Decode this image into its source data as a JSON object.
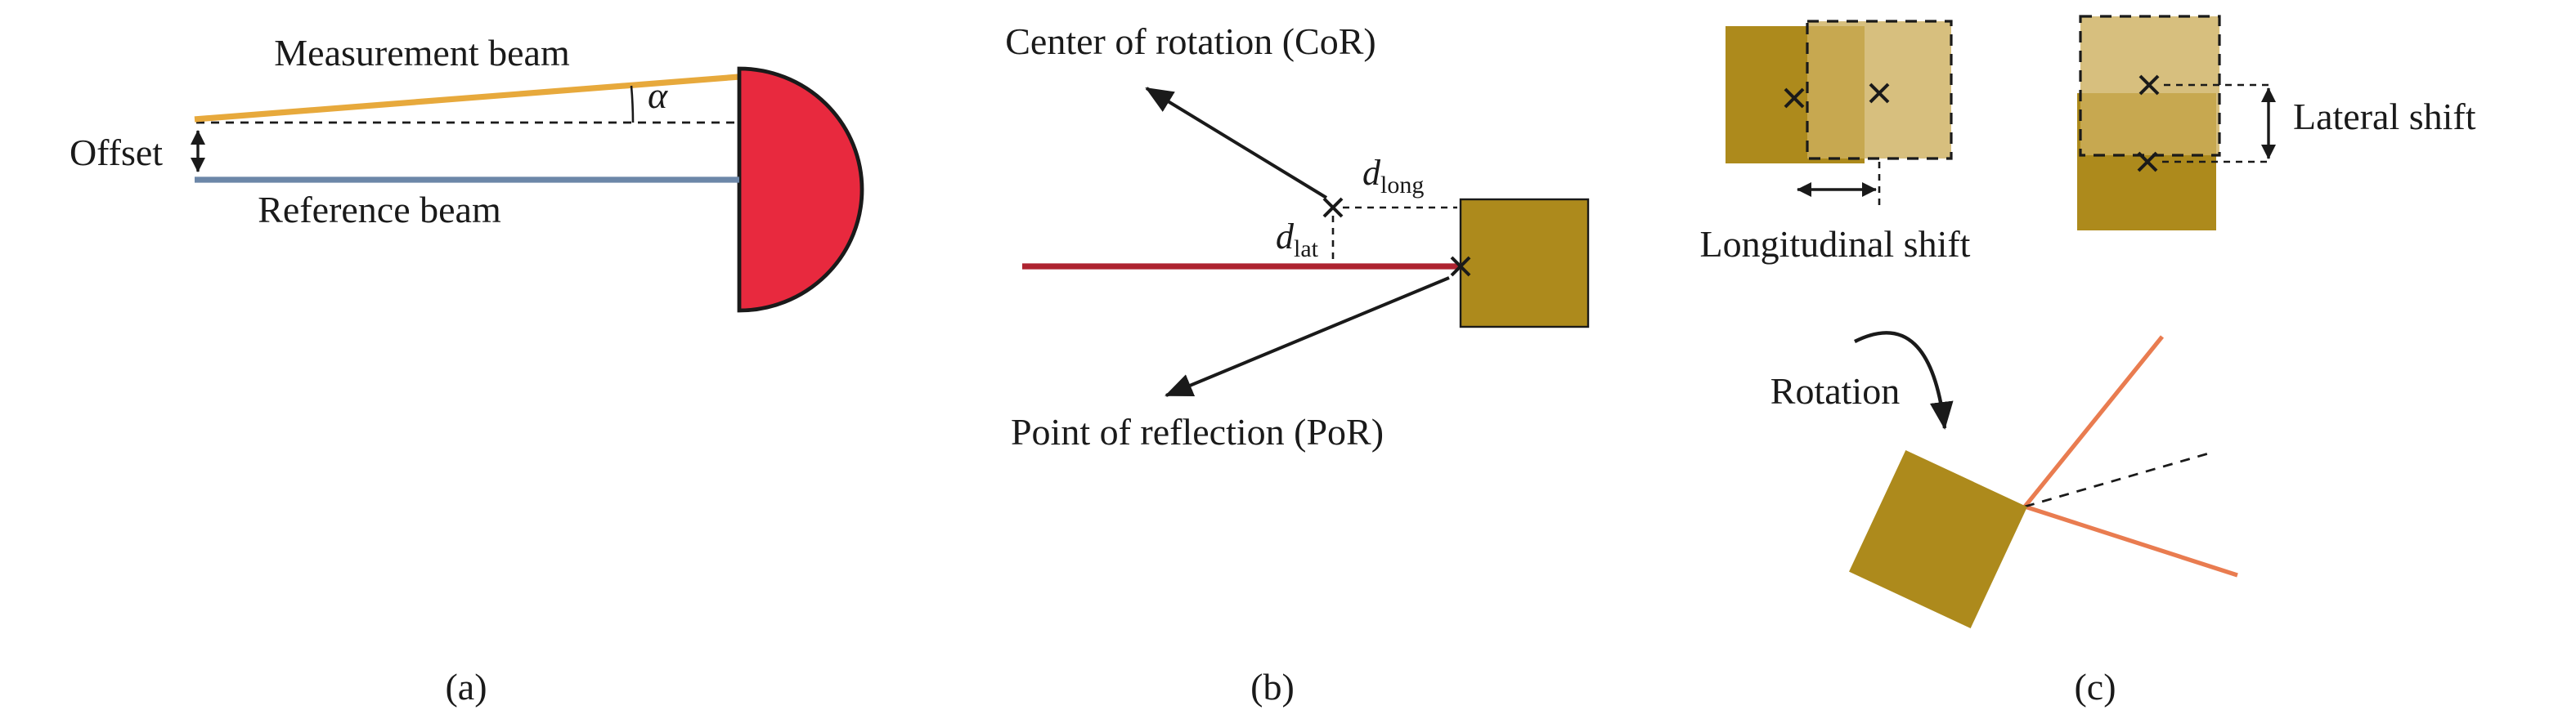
{
  "figure": {
    "panel_a_label": "(a)",
    "panel_b_label": "(b)",
    "panel_c_label": "(c)"
  },
  "panel_a": {
    "measurement_beam_label": "Measurement beam",
    "reference_beam_label": "Reference beam",
    "offset_label": "Offset",
    "angle_label": "α"
  },
  "panel_b": {
    "cor_label": "Center of rotation (CoR)",
    "por_label": "Point of reflection (PoR)",
    "d_symbol": "d",
    "long_subscript": "long",
    "lat_subscript": "lat"
  },
  "panel_c": {
    "longitudinal_shift_label": "Longitudinal shift",
    "lateral_shift_label": "Lateral shift",
    "rotation_label": "Rotation"
  },
  "colors": {
    "measurement_beam": "#E7A93C",
    "reference_beam": "#6C87A8",
    "detector_fill": "#E8293E",
    "laser_beam": "#AE2330",
    "target_fill": "#AD8A1C",
    "target_shifted_fill": "#CDAF5E",
    "rotation_rays": "#E97C50",
    "ink": "#1A1A1A"
  }
}
